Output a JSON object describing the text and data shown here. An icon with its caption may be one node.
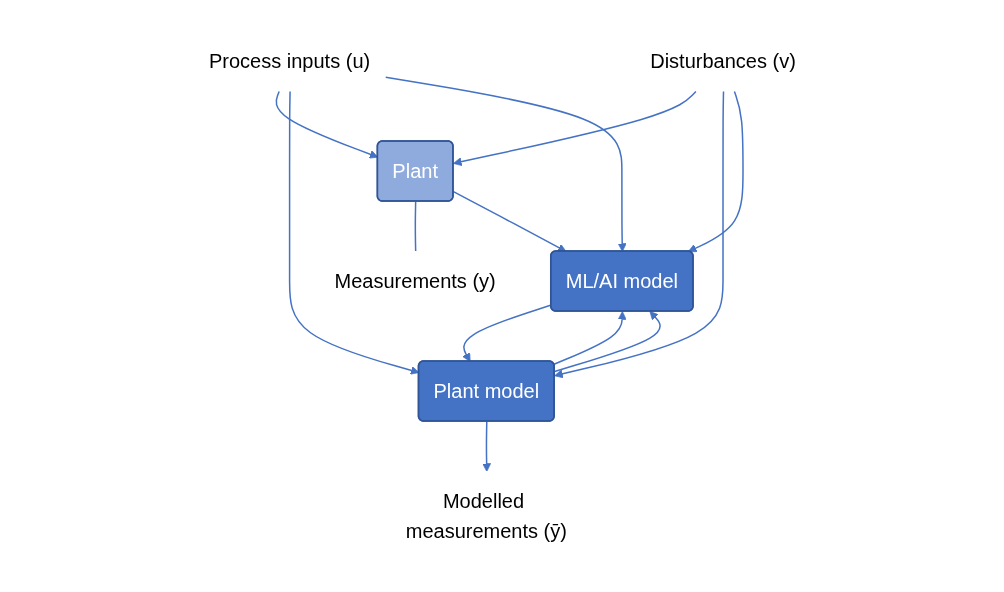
{
  "diagram": {
    "nodes": [
      {
        "text": [
          "Process inputs (u)"
        ]
      },
      {
        "text": [
          "Plant"
        ]
      },
      {
        "text": [
          "Measurements (y)"
        ]
      },
      {
        "text": [
          "Disturbances (v)"
        ]
      },
      {
        "text": [
          "Plant model"
        ]
      },
      {
        "text": [
          "ML/AI model"
        ]
      },
      {
        "text": [
          "Modelled measurements (ȳ)"
        ]
      }
    ],
    "edges": [
      {
        "from": 0,
        "to": 1,
        "arrow": "to"
      },
      {
        "from": 0,
        "to": 4,
        "arrow": "to"
      },
      {
        "from": 0,
        "to": 5,
        "arrow": "to"
      },
      {
        "from": 1,
        "to": 2,
        "arrow": "none"
      },
      {
        "from": 3,
        "to": 1,
        "arrow": "to"
      },
      {
        "from": 3,
        "to": 4,
        "arrow": "to"
      },
      {
        "from": 3,
        "to": 5,
        "arrow": "to"
      },
      {
        "from": 1,
        "to": 5,
        "arrow": "to"
      },
      {
        "from": 4,
        "to": 6,
        "arrow": "to"
      },
      {
        "from": 4,
        "to": 5,
        "arrow": "to"
      },
      {
        "from": 5,
        "to": 4,
        "arrow": "to"
      },
      {
        "from": 4,
        "to": 5,
        "arrow": "to"
      }
    ]
  }
}
